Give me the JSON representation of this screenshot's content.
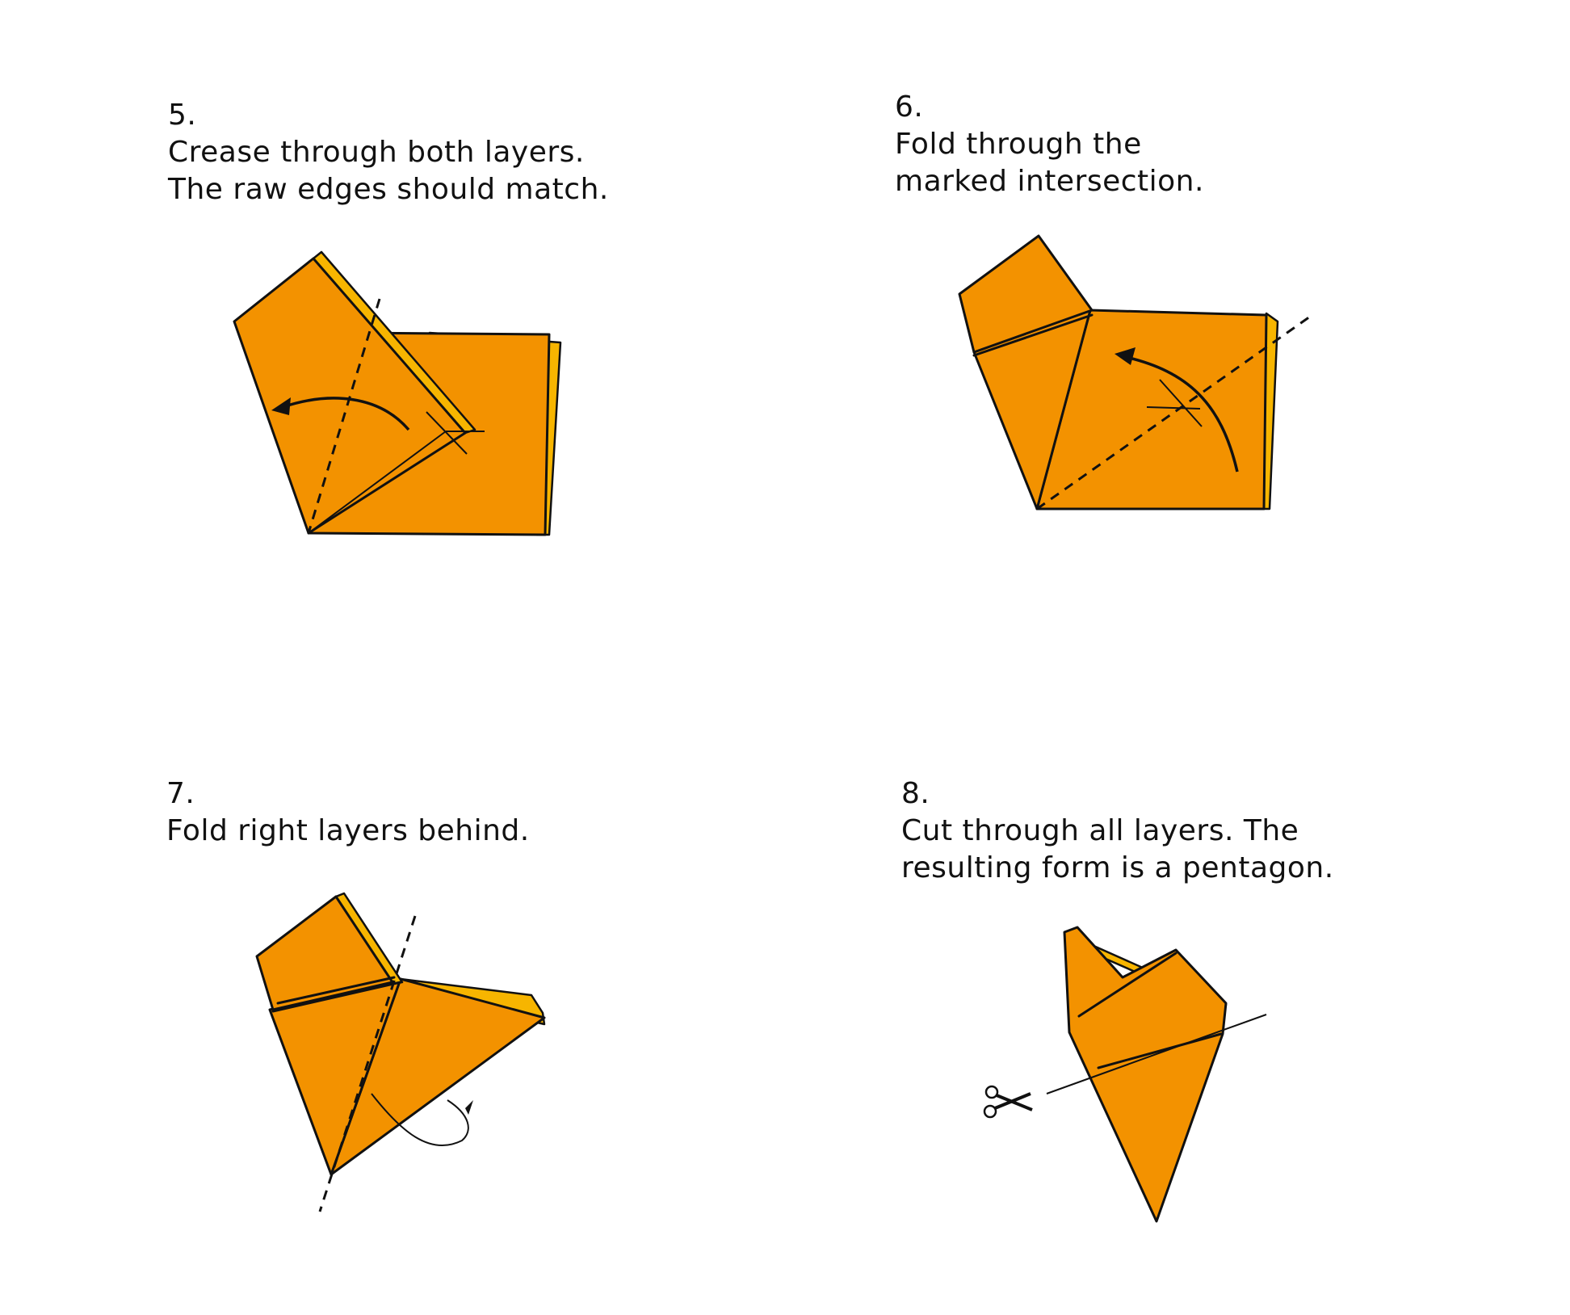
{
  "steps": [
    {
      "number": "5.",
      "lines": [
        "Crease through both layers.",
        "The raw edges should match."
      ]
    },
    {
      "number": "6.",
      "lines": [
        "Fold through the",
        "marked intersection."
      ]
    },
    {
      "number": "7.",
      "lines": [
        "Fold right layers behind."
      ]
    },
    {
      "number": "8.",
      "lines": [
        "Cut through all layers. The",
        "resulting form is a pentagon."
      ]
    }
  ],
  "colors": {
    "paper": "#f39200",
    "paper_back": "#f7b500",
    "line": "#111111",
    "background": "#ffffff"
  },
  "icons": [
    "fold-arrow-icon",
    "mountain-fold-arrow-icon",
    "scissors-icon"
  ]
}
